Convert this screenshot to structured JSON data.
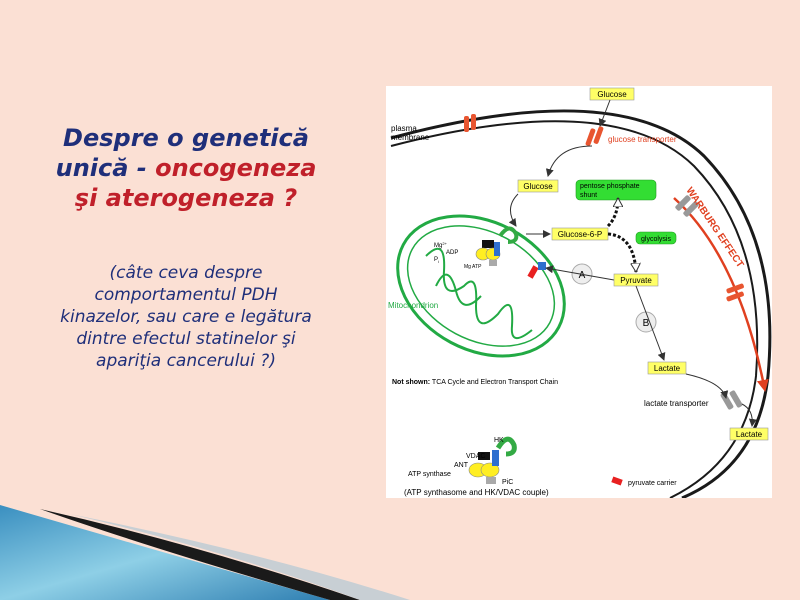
{
  "slide": {
    "title": {
      "line1": "Despre o genetică",
      "line2_part1": "unică - ",
      "line2_part2": "oncogeneza",
      "line3": "şi aterogeneza ?"
    },
    "subtitle": {
      "line1": "(câte ceva despre",
      "line2": "comportamentul PDH",
      "line3": "kinazelor, sau care e legătura",
      "line4": "dintre efectul statinelor şi",
      "line5": "apariţia cancerului ?)"
    }
  },
  "figure": {
    "labels": {
      "glucose_top": "Glucose",
      "plasma": "plasma",
      "membrane": "membrane",
      "glucose_transporter": "glucose transporter",
      "glucose_inner": "Glucose",
      "pentose1": "pentose phosphate",
      "pentose2": "shunt",
      "warburg": "WARBURG EFFECT",
      "glucose6p": "Glucose-6-P",
      "glycolysis": "glycolysis",
      "mg": "Mg",
      "mg_sup": "2+",
      "adp": "ADP",
      "pi": "P",
      "pi_sub": "i",
      "mg_atp": "Mg ATP",
      "a": "A",
      "pyruvate": "Pyruvate",
      "mitochondrion": "Mitochondrion",
      "b": "B",
      "lactate_mid": "Lactate",
      "not_shown_bold": "Not shown:",
      "not_shown_rest": " TCA Cycle and Electron Transport Chain",
      "lactate_transporter": "lactate transporter",
      "lactate_out": "Lactate",
      "hk": "HK",
      "vdac": "VDAC",
      "ant": "ANT",
      "atp_synthase": "ATP synthase",
      "pic": "PiC",
      "couple": "(ATP synthasome and HK/VDAC couple)",
      "pyruvate_carrier": "pyruvate carrier"
    },
    "colors": {
      "label_box": "#ffff66",
      "green_box": "#33dd33",
      "mito_green": "#22aa44",
      "transporter_red": "#e85530",
      "warburg_red": "#e04020",
      "vdac_green": "#33aa44",
      "synthase_yellow": "#ffee22",
      "carrier_red": "#e82020",
      "transporter_grey": "#999999"
    }
  }
}
